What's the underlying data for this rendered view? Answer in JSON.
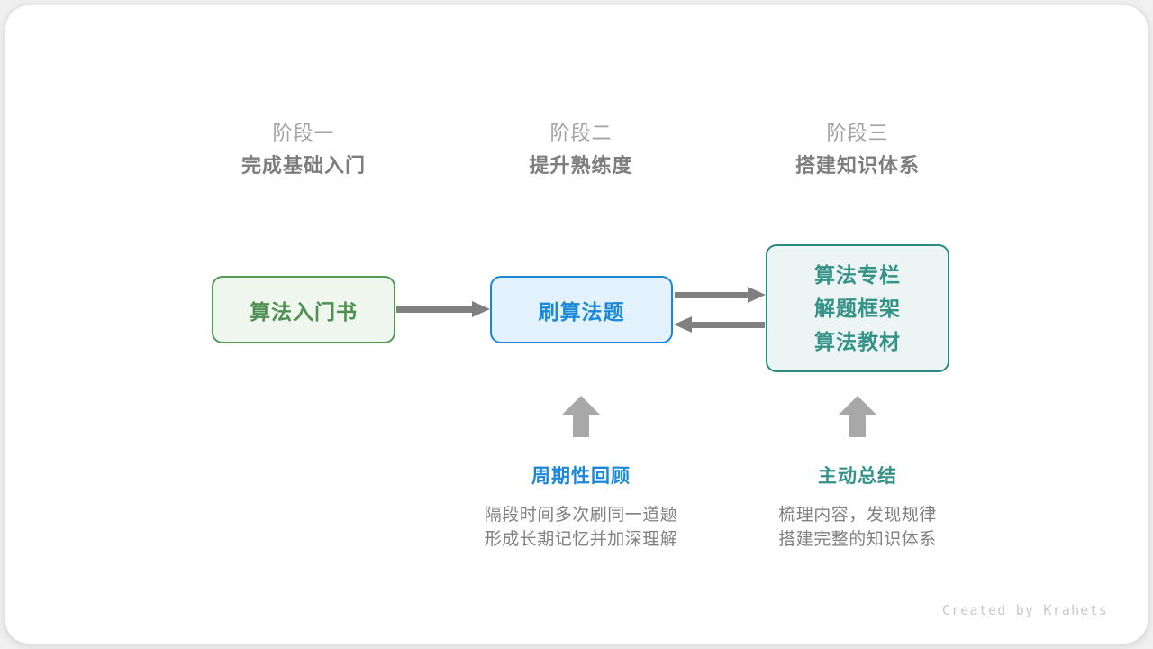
{
  "stages": [
    {
      "number": "阶段一",
      "title": "完成基础入门"
    },
    {
      "number": "阶段二",
      "title": "提升熟练度"
    },
    {
      "number": "阶段三",
      "title": "搭建知识体系"
    }
  ],
  "nodes": {
    "book": {
      "label": "算法入门书"
    },
    "practice": {
      "label": "刷算法题"
    },
    "resources": {
      "lines": [
        "算法专栏",
        "解题框架",
        "算法教材"
      ]
    }
  },
  "notes": [
    {
      "title": "周期性回顾",
      "body_lines": [
        "隔段时间多次刷同一道题",
        "形成长期记忆并加深理解"
      ]
    },
    {
      "title": "主动总结",
      "body_lines": [
        "梳理内容，发现规律",
        "搭建完整的知识体系"
      ]
    }
  ],
  "footer": {
    "credit": "Created by Krahets"
  },
  "colors": {
    "green": "#4d9150",
    "green_border": "#549a54",
    "green_fill": "#eef6ee",
    "blue": "#1b87d8",
    "blue_fill": "#e2f1fc",
    "teal": "#349288",
    "teal_border": "#2d8a82",
    "teal_fill": "#ecf5f3",
    "arrow_gray": "#808080",
    "stage_num_gray": "#a3a3a3",
    "stage_title_gray": "#7d7d7d",
    "body_gray": "#808080",
    "footer_gray": "#c9c9c9"
  }
}
